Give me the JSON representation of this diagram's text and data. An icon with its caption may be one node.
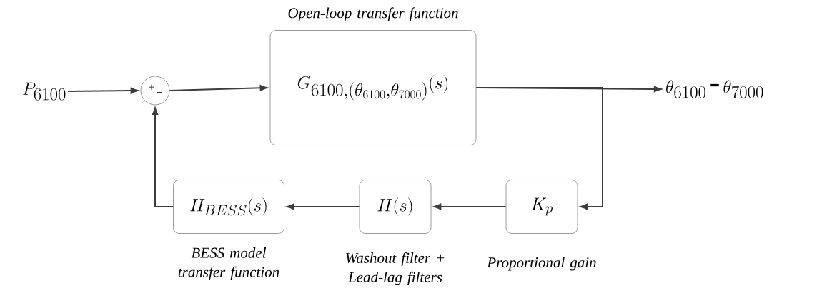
{
  "diagram": {
    "nodes": [
      {
        "text": [
          "P_{6100}"
        ]
      },
      {
        "text": [
          "+",
          "−"
        ]
      },
      {
        "text": [
          "G_{6100,(\\theta_{6100},\\theta_{7000})}(s)"
        ],
        "beside": [
          "Open-loop transfer function"
        ]
      },
      {
        "text": [
          "\\theta_{6100}\\,\\text{-}\\,\\theta_{7000}"
        ]
      },
      {
        "text": [
          "K_p"
        ],
        "beside": [
          "Proportional gain"
        ]
      },
      {
        "text": [
          "H(s)"
        ],
        "beside": [
          "Washout filter + Lead-lag filters"
        ]
      },
      {
        "text": [
          "H_{BESS}(s)"
        ],
        "beside": [
          "BESS model transfer function"
        ]
      }
    ],
    "edges": [
      {
        "from": 0,
        "to": 1,
        "arrow": "to"
      },
      {
        "from": 1,
        "to": 2,
        "arrow": "to"
      },
      {
        "from": 2,
        "to": 3,
        "arrow": "to"
      },
      {
        "from": 2,
        "to": 4,
        "arrow": "to"
      },
      {
        "from": 4,
        "to": 5,
        "arrow": "to"
      },
      {
        "from": 5,
        "to": 6,
        "arrow": "to"
      },
      {
        "from": 6,
        "to": 1,
        "arrow": "to"
      }
    ]
  }
}
